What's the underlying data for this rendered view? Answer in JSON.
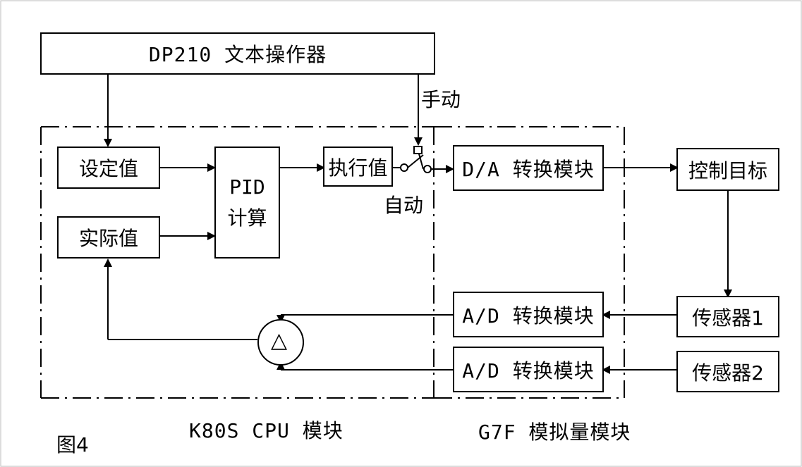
{
  "operator_panel": "DP210 文本操作器",
  "switch": {
    "manual_label": "手动",
    "auto_label": "自动"
  },
  "cpu_module": {
    "setpoint": "设定值",
    "actual": "实际值",
    "pid_line1": "PID",
    "pid_line2": "计算",
    "output": "执行值",
    "caption": "K80S CPU 模块"
  },
  "analog_module": {
    "da": "D/A 转换模块",
    "ad1": "A/D 转换模块",
    "ad2": "A/D 转换模块",
    "caption": "G7F 模拟量模块"
  },
  "control_target": "控制目标",
  "sensor1": "传感器1",
  "sensor2": "传感器2",
  "difference_symbol": "△",
  "figure_label": "图4"
}
